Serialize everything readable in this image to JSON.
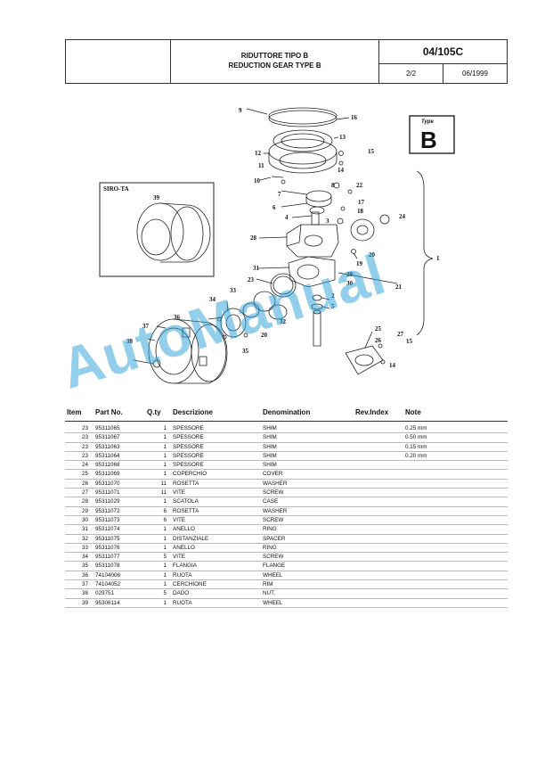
{
  "header": {
    "title_it": "RIDUTTORE TIPO B",
    "title_en": "REDUCTION GEAR TYPE B",
    "code": "04/105C",
    "page": "2/2",
    "date": "06/1999"
  },
  "diagram": {
    "type_box_label": "Type",
    "type_box_letter": "B",
    "inset_label": "SIRO-TA",
    "callouts": [
      "9",
      "16",
      "13",
      "12",
      "15",
      "14",
      "11",
      "10",
      "8",
      "22",
      "7",
      "6",
      "17",
      "18",
      "4",
      "3",
      "24",
      "28",
      "2",
      "19",
      "20",
      "31",
      "29",
      "30",
      "21",
      "1",
      "23",
      "33",
      "32",
      "5",
      "34",
      "36",
      "20",
      "37",
      "35",
      "25",
      "27",
      "26",
      "15",
      "14",
      "38",
      "39"
    ]
  },
  "table": {
    "headers": {
      "item": "Item",
      "part_no": "Part No.",
      "qty": "Q.ty",
      "descrizione": "Descrizione",
      "denomination": "Denomination",
      "rev_index": "Rev.Index",
      "note": "Note"
    },
    "rows": [
      {
        "item": "23",
        "part": "95311065",
        "qty": "1",
        "desc": "SPESSORE",
        "denom": "SHIM",
        "rev": "",
        "note": "0.25 mm"
      },
      {
        "item": "23",
        "part": "95311067",
        "qty": "1",
        "desc": "SPESSORE",
        "denom": "SHIM",
        "rev": "",
        "note": "0.50 mm"
      },
      {
        "item": "23",
        "part": "95311063",
        "qty": "1",
        "desc": "SPESSORE",
        "denom": "SHIM",
        "rev": "",
        "note": "0.15 mm"
      },
      {
        "item": "23",
        "part": "95311064",
        "qty": "1",
        "desc": "SPESSORE",
        "denom": "SHIM",
        "rev": "",
        "note": "0.20 mm"
      },
      {
        "item": "24",
        "part": "95311068",
        "qty": "1",
        "desc": "SPESSORE",
        "denom": "SHIM",
        "rev": "",
        "note": ""
      },
      {
        "item": "25",
        "part": "95311069",
        "qty": "1",
        "desc": "COPERCHIO",
        "denom": "COVER",
        "rev": "",
        "note": ""
      },
      {
        "item": "26",
        "part": "95311070",
        "qty": "11",
        "desc": "ROSETTA",
        "denom": "WASHER",
        "rev": "",
        "note": ""
      },
      {
        "item": "27",
        "part": "95311071",
        "qty": "11",
        "desc": "VITE",
        "denom": "SCREW",
        "rev": "",
        "note": ""
      },
      {
        "item": "28",
        "part": "95311029",
        "qty": "1",
        "desc": "SCATOLA",
        "denom": "CASE",
        "rev": "",
        "note": ""
      },
      {
        "item": "29",
        "part": "95311072",
        "qty": "6",
        "desc": "ROSETTA",
        "denom": "WASHER",
        "rev": "",
        "note": ""
      },
      {
        "item": "30",
        "part": "95311073",
        "qty": "6",
        "desc": "VITE",
        "denom": "SCREW",
        "rev": "",
        "note": ""
      },
      {
        "item": "31",
        "part": "95311074",
        "qty": "1",
        "desc": "ANELLO",
        "denom": "RING",
        "rev": "",
        "note": ""
      },
      {
        "item": "32",
        "part": "95311075",
        "qty": "1",
        "desc": "DISTANZIALE",
        "denom": "SPACER",
        "rev": "",
        "note": ""
      },
      {
        "item": "33",
        "part": "95311076",
        "qty": "1",
        "desc": "ANELLO",
        "denom": "RING",
        "rev": "",
        "note": ""
      },
      {
        "item": "34",
        "part": "95311077",
        "qty": "5",
        "desc": "VITE",
        "denom": "SCREW",
        "rev": "",
        "note": ""
      },
      {
        "item": "35",
        "part": "95311078",
        "qty": "1",
        "desc": "FLANGIA",
        "denom": "FLANGE",
        "rev": "",
        "note": ""
      },
      {
        "item": "36",
        "part": "74104006",
        "qty": "1",
        "desc": "RUOTA",
        "denom": "WHEEL",
        "rev": "",
        "note": ""
      },
      {
        "item": "37",
        "part": "74104052",
        "qty": "1",
        "desc": "CERCHIONE",
        "denom": "RIM",
        "rev": "",
        "note": ""
      },
      {
        "item": "38",
        "part": "029751",
        "qty": "5",
        "desc": "DADO",
        "denom": "NUT.",
        "rev": "",
        "note": ""
      },
      {
        "item": "39",
        "part": "95306114",
        "qty": "1",
        "desc": "RUOTA",
        "denom": "WHEEL",
        "rev": "",
        "note": ""
      }
    ]
  },
  "watermark": "AutoManual"
}
